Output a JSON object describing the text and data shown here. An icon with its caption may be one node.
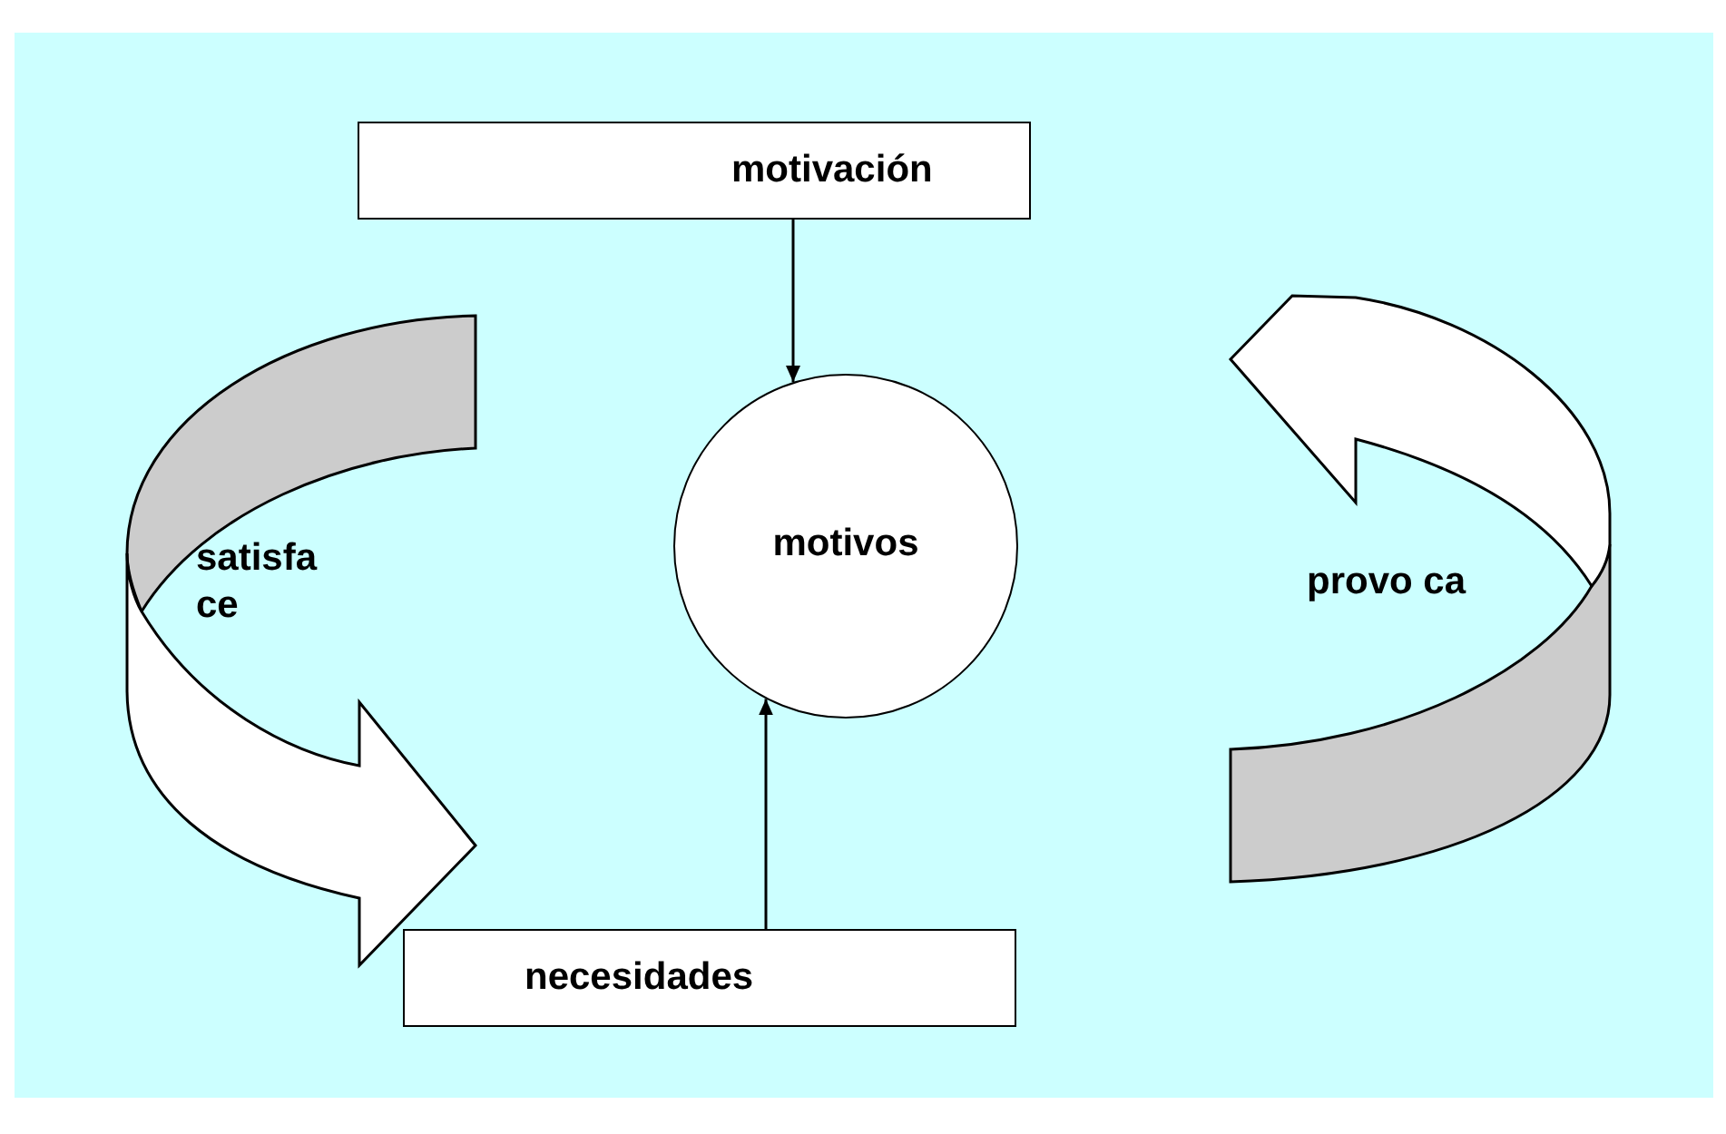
{
  "diagram": {
    "nodes": [
      {
        "text": [
          "motivación"
        ]
      },
      {
        "text": [
          "motivos"
        ]
      },
      {
        "text": [
          "necesidades"
        ]
      }
    ],
    "edges": [
      {
        "from": 0,
        "to": 1,
        "arrow": "to"
      },
      {
        "from": 2,
        "to": 1,
        "arrow": "to"
      }
    ],
    "labels": [
      "satisfa ce",
      "provo ca"
    ]
  }
}
